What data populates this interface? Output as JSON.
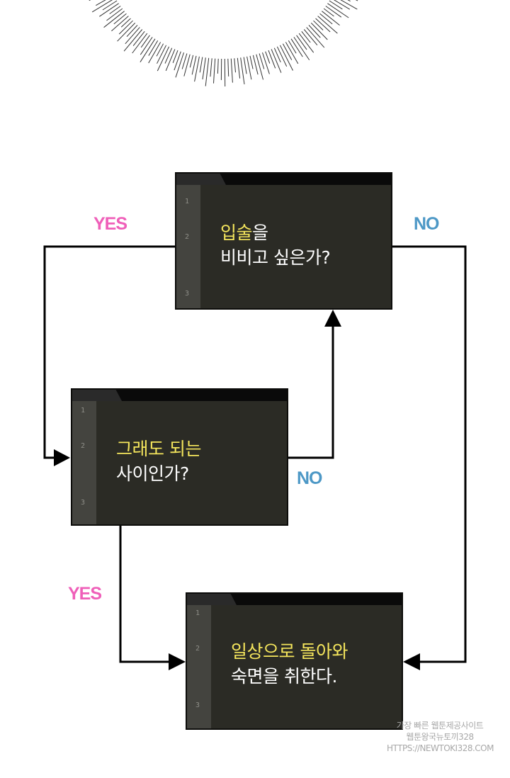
{
  "nodes": [
    {
      "id": "lips",
      "line_numbers": [
        "1",
        "2",
        "3"
      ],
      "highlight": "입술",
      "line1_rest": "을",
      "line2": "비비고 싶은가?"
    },
    {
      "id": "ok",
      "line_numbers": [
        "1",
        "2",
        "3"
      ],
      "highlight": "그래도 되는",
      "line1_rest": "",
      "line2": "사이인가?"
    },
    {
      "id": "sleep",
      "line_numbers": [
        "1",
        "2",
        "3"
      ],
      "highlight": "일상으로 돌아와",
      "line1_rest": "",
      "line2": "숙면을 취한다."
    }
  ],
  "edges": [
    {
      "from": "lips",
      "to": "ok",
      "label": "YES"
    },
    {
      "from": "lips",
      "to": "sleep",
      "label": "NO"
    },
    {
      "from": "ok",
      "to": "lips",
      "label": "NO"
    },
    {
      "from": "ok",
      "to": "sleep",
      "label": "YES"
    }
  ],
  "colors": {
    "yes": "#ef5fb9",
    "no": "#4d98c6",
    "highlight": "#f4e55c",
    "box_fill": "#2b2b25",
    "box_border": "#0c0c0a"
  },
  "watermark": {
    "line1": "가장 빠른 웹툰제공사이트",
    "line2": "웹툰왕국뉴토끼328",
    "line3": "HTTPS://NEWTOKI328.COM"
  }
}
